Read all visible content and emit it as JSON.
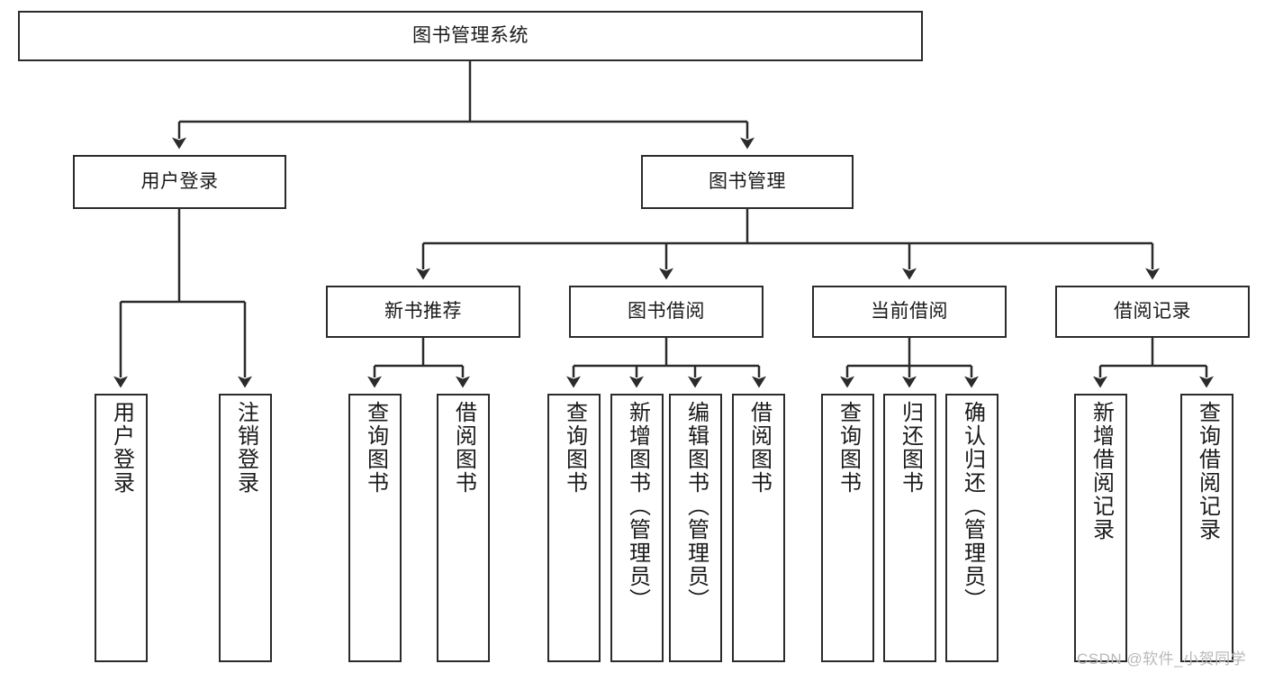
{
  "diagram": {
    "type": "tree-flowchart",
    "title": "图书管理系统",
    "watermark": "CSDN @软件_小贺同学",
    "colors": {
      "stroke": "#2b2b2b",
      "fill": "#ffffff",
      "text": "#1a1a1a",
      "watermark": "#b9b9b9"
    },
    "nodes": {
      "root": "图书管理系统",
      "level2": {
        "user_login": "用户登录",
        "book_manage": "图书管理"
      },
      "level3": {
        "new_book_rec": "新书推荐",
        "book_borrow": "图书借阅",
        "current_borrow": "当前借阅",
        "borrow_record": "借阅记录"
      },
      "leaves": {
        "user_login_1": "用户登录",
        "user_login_2": "注销登录",
        "new_book_rec_1": "查询图书",
        "new_book_rec_2": "借阅图书",
        "book_borrow_1": "查询图书",
        "book_borrow_2": "新增图书（管理员）",
        "book_borrow_3": "编辑图书（管理员）",
        "book_borrow_4": "借阅图书",
        "current_borrow_1": "查询图书",
        "current_borrow_2": "归还图书",
        "current_borrow_3": "确认归还（管理员）",
        "borrow_record_1": "新增借阅记录",
        "borrow_record_2": "查询借阅记录"
      }
    }
  }
}
